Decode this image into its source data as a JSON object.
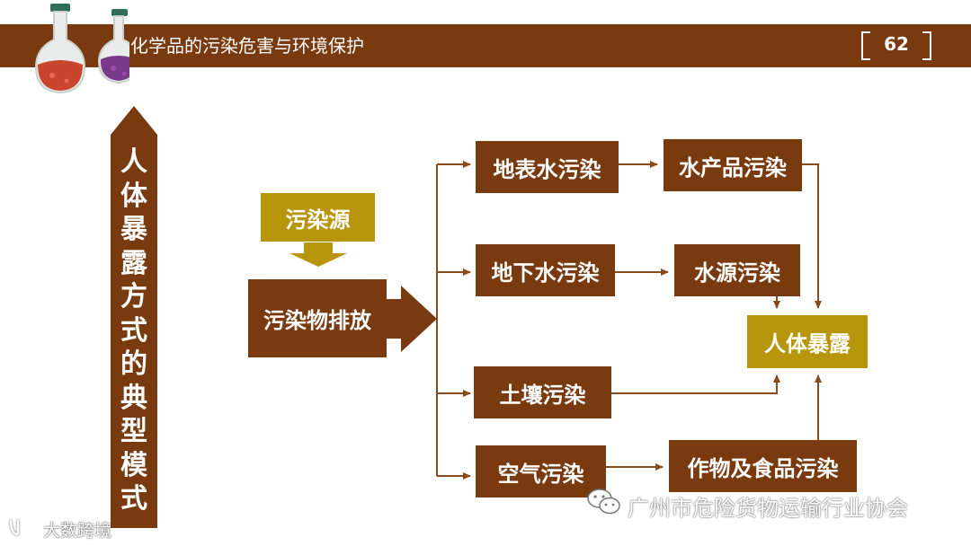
{
  "header": {
    "title": "化学品的污染危害与环境保护",
    "page_number": "62"
  },
  "side_label": "人体暴露方式的典型模式",
  "nodes": {
    "source": "污染源",
    "emission": "污染物排放",
    "surface_water": "地表水污染",
    "ground_water": "地下水污染",
    "soil": "土壤污染",
    "air": "空气污染",
    "aquatic_products": "水产品污染",
    "water_source": "水源污染",
    "crops_food": "作物及食品污染",
    "human_exposure": "人体暴露"
  },
  "watermarks": {
    "right": "广州市危险货物运输行业协会",
    "left": "大数跨境"
  },
  "colors": {
    "brown": "#7a3a10",
    "gold": "#b8960c",
    "arrow": "#8a4a1a"
  },
  "icons": [
    "flask-red-icon",
    "flask-purple-icon",
    "wechat-icon"
  ]
}
